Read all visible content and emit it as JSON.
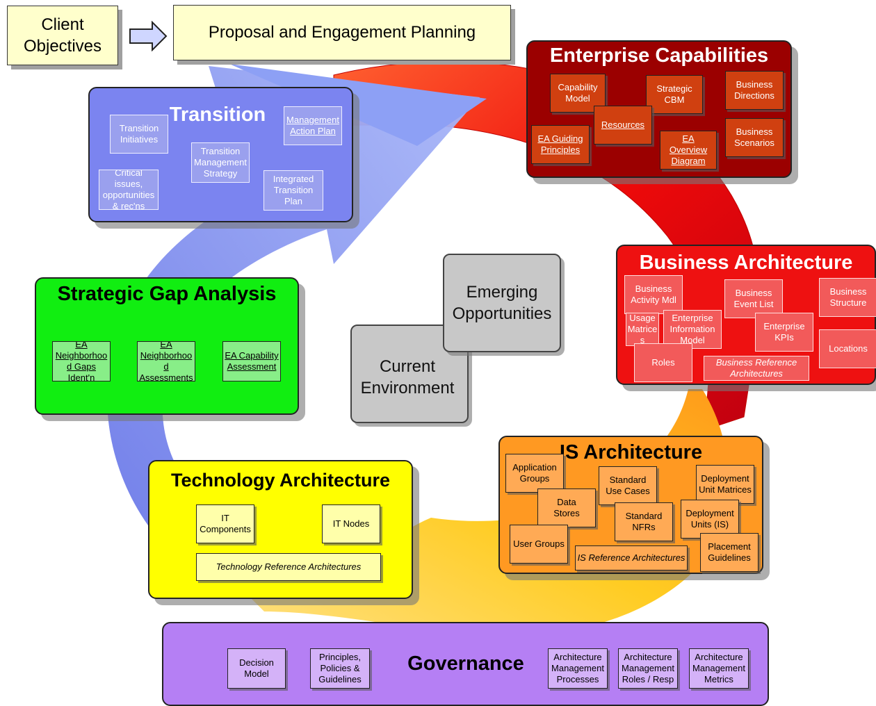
{
  "header": {
    "client_objectives": "Client\nObjectives",
    "proposal": "Proposal and Engagement Planning"
  },
  "center": {
    "emerging": "Emerging\nOpportunities",
    "current": "Current\nEnvironment"
  },
  "enterprise": {
    "title": "Enterprise Capabilities",
    "items": [
      "Capability\nModel",
      "Strategic\nCBM",
      "Business\nDirections",
      "Resources",
      "EA Guiding\nPrinciples",
      "EA\nOverview\nDiagram",
      "Business\nScenarios"
    ]
  },
  "transition": {
    "title": "Transition",
    "items": [
      "Transition\nInitiatives",
      "Management\nAction Plan",
      "Transition\nManagement\nStrategy",
      "Critical\nissues,\nopportunities\n& rec'ns",
      "Integrated\nTransition\nPlan"
    ]
  },
  "business": {
    "title": "Business Architecture",
    "items": [
      "Business\nActivity Mdl",
      "Business\nEvent List",
      "Business\nStructure",
      "Usage\nMatrice\ns",
      "Enterprise\nInformation\nModel",
      "Enterprise\nKPIs",
      "Locations",
      "Roles",
      "Business Reference\nArchitectures"
    ]
  },
  "gap": {
    "title": "Strategic Gap Analysis",
    "items": [
      "EA\nNeighborhoo\nd Gaps\nIdent'n",
      "EA\nNeighborhoo\nd\nAssessments",
      "EA Capability\nAssessment"
    ]
  },
  "is_arch": {
    "title": "IS Architecture",
    "items": [
      "Application\nGroups",
      "Standard\nUse Cases",
      "Deployment\nUnit Matrices",
      "Data\nStores",
      "Standard\nNFRs",
      "Deployment\nUnits (IS)",
      "User Groups",
      "Placement\nGuidelines",
      "IS Reference Architectures"
    ]
  },
  "tech": {
    "title": "Technology Architecture",
    "items": [
      "IT\nComponents",
      "IT Nodes",
      "Technology Reference Architectures"
    ]
  },
  "governance": {
    "title": "Governance",
    "items": [
      "Decision\nModel",
      "Principles,\nPolicies &\nGuidelines",
      "Architecture\nManagement\nProcesses",
      "Architecture\nManagement\nRoles / Resp",
      "Architecture\nManagement\nMetrics"
    ]
  },
  "colors": {
    "enterprise": "#9b0000",
    "transition": "#7b84f0",
    "business": "#ee1111",
    "gap": "#11ee11",
    "is_arch": "#ff9922",
    "tech": "#ffff00",
    "governance": "#b57ff4"
  }
}
